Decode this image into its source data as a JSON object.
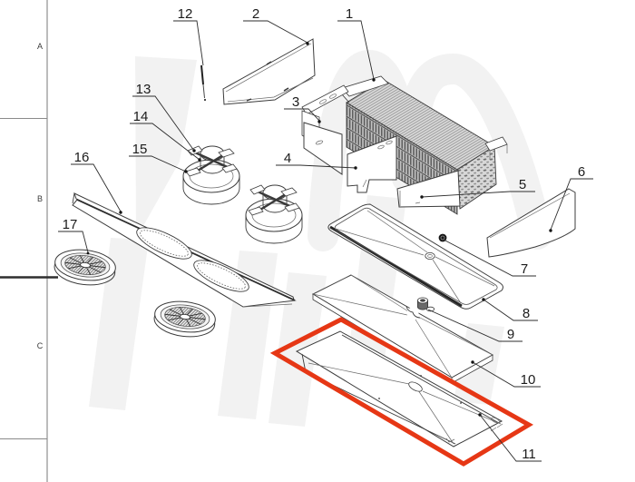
{
  "diagram": {
    "section_labels": [
      {
        "label": "A"
      },
      {
        "label": "B"
      },
      {
        "label": "C"
      }
    ],
    "callouts": [
      {
        "label": "1"
      },
      {
        "label": "2"
      },
      {
        "label": "3"
      },
      {
        "label": "4"
      },
      {
        "label": "5"
      },
      {
        "label": "6"
      },
      {
        "label": "7"
      },
      {
        "label": "8"
      },
      {
        "label": "9"
      },
      {
        "label": "10"
      },
      {
        "label": "11"
      },
      {
        "label": "12"
      },
      {
        "label": "13"
      },
      {
        "label": "14"
      },
      {
        "label": "15"
      },
      {
        "label": "16"
      },
      {
        "label": "17"
      }
    ],
    "highlight": {
      "color": "#e63715",
      "highlighted_callout": "11"
    }
  }
}
